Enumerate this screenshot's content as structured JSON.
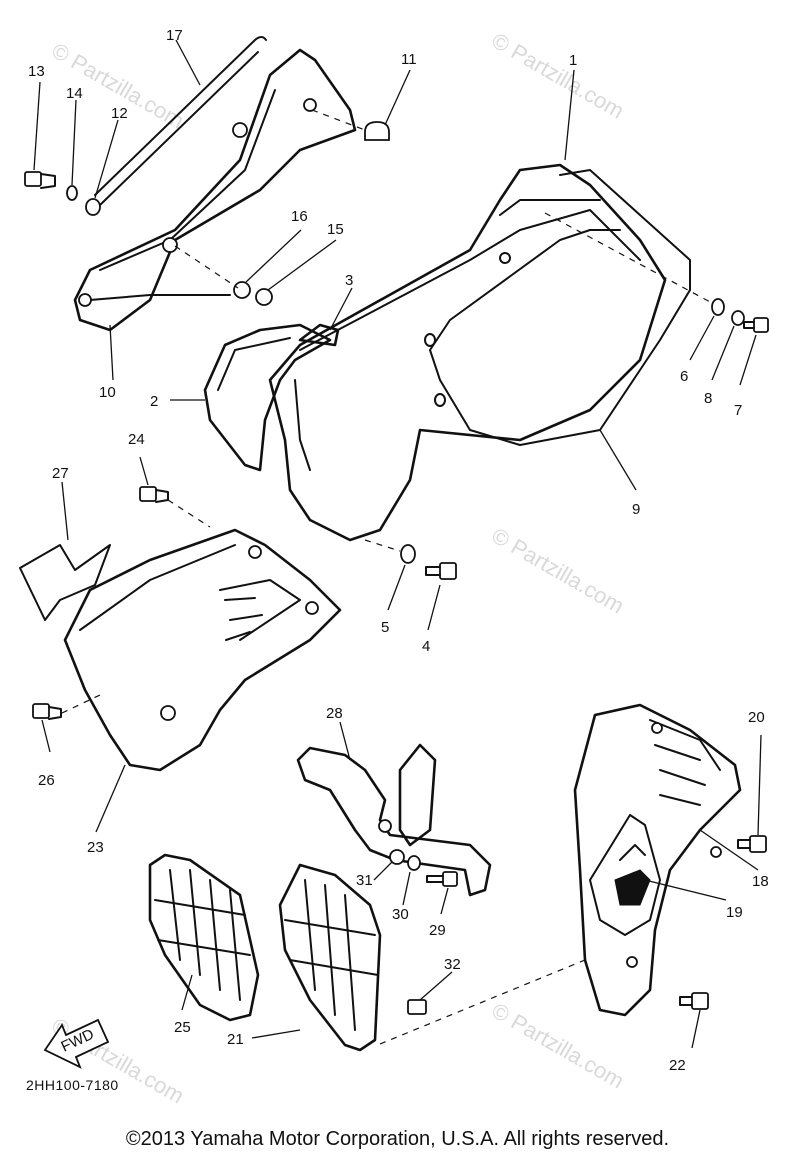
{
  "watermark": "© Partzilla.com",
  "part_code": "2HH100-7180",
  "copyright": "©2013 Yamaha Motor Corporation, U.S.A. All rights reserved.",
  "fwd_label": "FWD",
  "callouts": {
    "c1": "1",
    "c2": "2",
    "c3": "3",
    "c4": "4",
    "c5": "5",
    "c6": "6",
    "c7": "7",
    "c8": "8",
    "c9": "9",
    "c10": "10",
    "c11": "11",
    "c12": "12",
    "c13": "13",
    "c14": "14",
    "c15": "15",
    "c16": "16",
    "c17": "17",
    "c18": "18",
    "c19": "19",
    "c20": "20",
    "c21": "21",
    "c22": "22",
    "c23": "23",
    "c24": "24",
    "c25": "25",
    "c26": "26",
    "c27": "27",
    "c28": "28",
    "c29": "29",
    "c30": "30",
    "c31": "31",
    "c32": "32"
  }
}
